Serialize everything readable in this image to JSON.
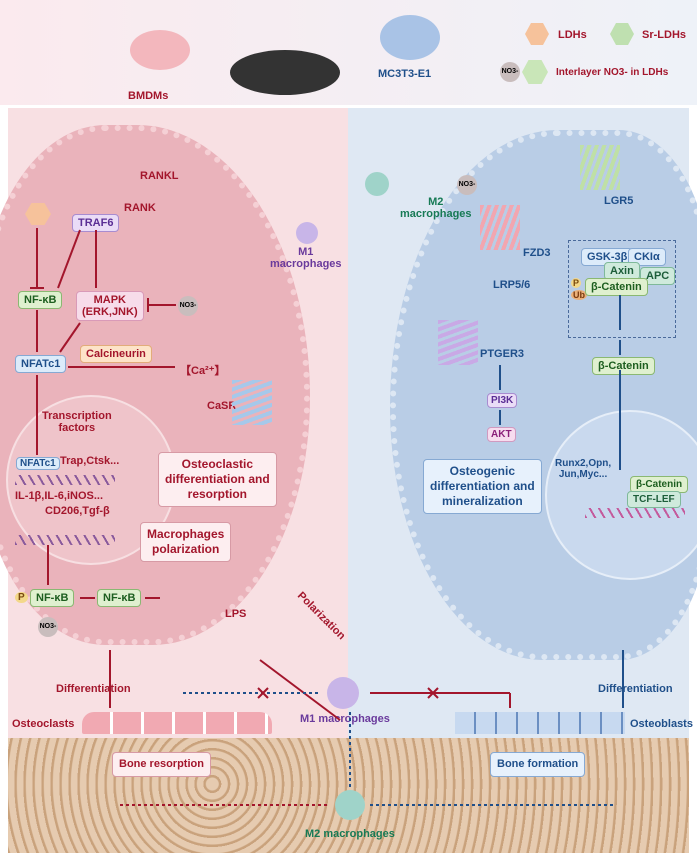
{
  "header": {
    "bmdms": "BMDMs",
    "mc3t3": "MC3T3-E1"
  },
  "legend": {
    "ldhs": "LDHs",
    "sr_ldhs": "Sr-LDHs",
    "interlayer": "Interlayer NO3- in LDHs",
    "no3": "NO3-"
  },
  "osteoclast_cell": {
    "rankl": "RANKL",
    "rank": "RANK",
    "traf6": "TRAF6",
    "nfkb": "NF-κB",
    "mapk": "MAPK\n(ERK,JNK)",
    "nfatc1": "NFATc1",
    "calcineurin": "Calcineurin",
    "ca": "【Ca²⁺】",
    "casr": "CaSR",
    "transcription": "Transcription\nfactors",
    "trap": "Trap,Ctsk...",
    "nfatc1_dna": "NFATc1",
    "il": "IL-1β,IL-6,iNOS...",
    "cd206": "CD206,Tgf-β",
    "osteoclastic": "Osteoclastic\ndifferentiation and\nresorption",
    "polarization_box": "Macrophages\npolarization",
    "p": "P",
    "p_nfkb": "NF-κB",
    "nfkb2": "NF-κB",
    "lps": "LPS",
    "no3": "NO3-"
  },
  "center": {
    "m1": "M1\nmacrophages",
    "m2": "M2\nmacrophages",
    "polarization": "Polarization"
  },
  "osteoblast_cell": {
    "lgr5": "LGR5",
    "fzd3": "FZD3",
    "lrp": "LRP5/6",
    "ptger3": "PTGER3",
    "pi3k": "PI3K",
    "akt": "AKT",
    "gsk": "GSK-3β",
    "ck": "CKIα",
    "axin": "Axin",
    "apc": "APC",
    "p": "P",
    "ub": "Ub",
    "bcat1": "β-Catenin",
    "bcat2": "β-Catenin",
    "bcat3": "β-Catenin",
    "tcf": "TCF-LEF",
    "runx": "Runx2,Opn,\nJun,Myc...",
    "osteogenic": "Osteogenic\ndifferentiation and\nmineralization",
    "no3": "NO3-"
  },
  "bottom": {
    "diff_left": "Differentiation",
    "diff_right": "Differentiation",
    "osteoclasts": "Osteoclasts",
    "m1": "M1 macrophages",
    "osteoblasts": "Osteoblasts",
    "resorption": "Bone resorption",
    "formation": "Bone formation",
    "m2": "M2 macrophages"
  },
  "colors": {
    "osteoclast_bg": "#f6d6da",
    "osteoblast_bg": "#d5e2f2",
    "red": "#a3162c",
    "blue": "#1f4f8a",
    "green": "#177a55"
  }
}
